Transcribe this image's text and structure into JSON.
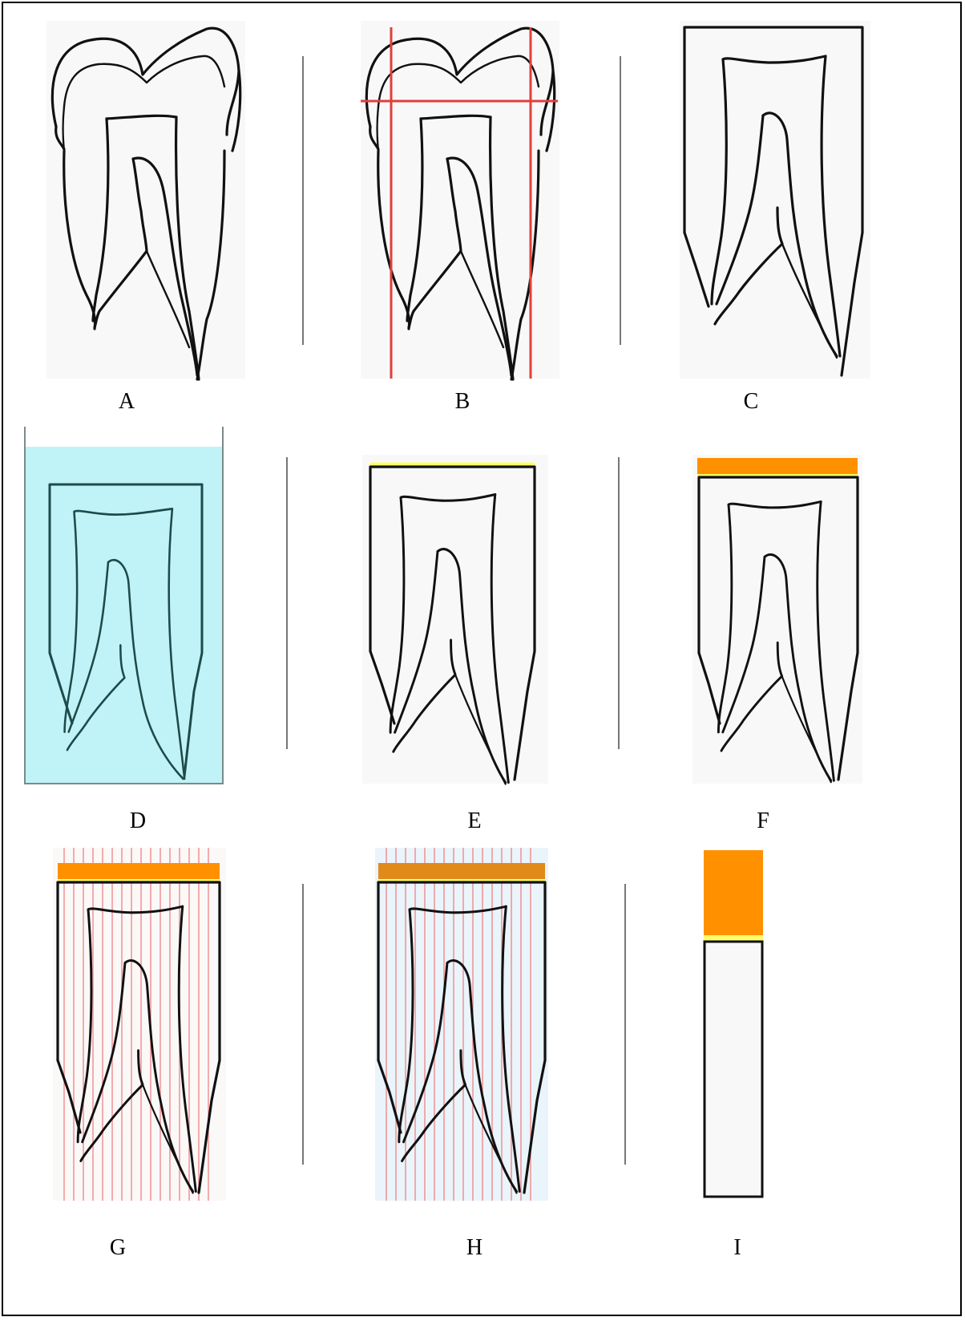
{
  "figure": {
    "panels": [
      {
        "id": "A",
        "label": "A"
      },
      {
        "id": "B",
        "label": "B"
      },
      {
        "id": "C",
        "label": "C"
      },
      {
        "id": "D",
        "label": "D"
      },
      {
        "id": "E",
        "label": "E"
      },
      {
        "id": "F",
        "label": "F"
      },
      {
        "id": "G",
        "label": "G"
      },
      {
        "id": "H",
        "label": "H"
      },
      {
        "id": "I",
        "label": "I"
      }
    ],
    "colors": {
      "outline": "#111111",
      "guide_red": "#e0403a",
      "water_blue": "#bff3f7",
      "pale_blue": "#eaf4fb",
      "cut_line_pink": "#f08a8a",
      "yellow_layer": "#ffff66",
      "orange_layer": "#ff9000",
      "background": "#f8f8f8"
    }
  }
}
